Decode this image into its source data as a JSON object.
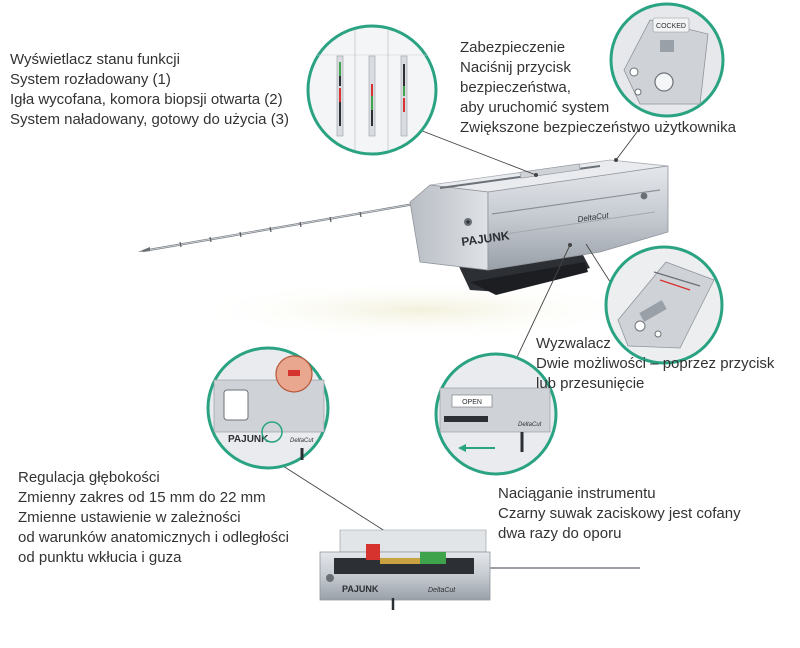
{
  "colors": {
    "accent_circle": "#2aa383",
    "leader_line": "#444444",
    "device_body": "#c9cdd3",
    "device_dark": "#2c2f34",
    "text": "#333333"
  },
  "device": {
    "brand": "PAJUNK",
    "model": "DeltaCut"
  },
  "callouts": {
    "display": {
      "title": "Wyświetlacz stanu funkcji",
      "line1": "System rozładowany (1)",
      "line2": "Igła wycofana, komora biopsji otwarta (2)",
      "line3": "System naładowany, gotowy do użycia (3)"
    },
    "safety": {
      "title": "Zabezpieczenie",
      "line1": "Naciśnij przycisk",
      "line2": "bezpieczeństwa,",
      "line3": "aby uruchomić system",
      "line4": "Zwiększone bezpieczeństwo użytkownika"
    },
    "trigger": {
      "title": "Wyzwalacz",
      "line1": "Dwie możliwości – poprzez przycisk",
      "line2": "lub przesunięcie"
    },
    "depth": {
      "title": "Regulacja głębokości",
      "line1": "Zmienny zakres od 15 mm do 22 mm",
      "line2": "Zmienne ustawienie w zależności",
      "line3": "od warunków anatomicznych i odległości",
      "line4": "od punktu wkłucia i guza"
    },
    "tension": {
      "title": "Naciąganie instrumentu",
      "line1": "Czarny suwak zaciskowy jest cofany",
      "line2": "dwa razy do oporu"
    }
  },
  "insets": {
    "safety_button_text": "COCKED",
    "tension_button_text": "OPEN"
  }
}
